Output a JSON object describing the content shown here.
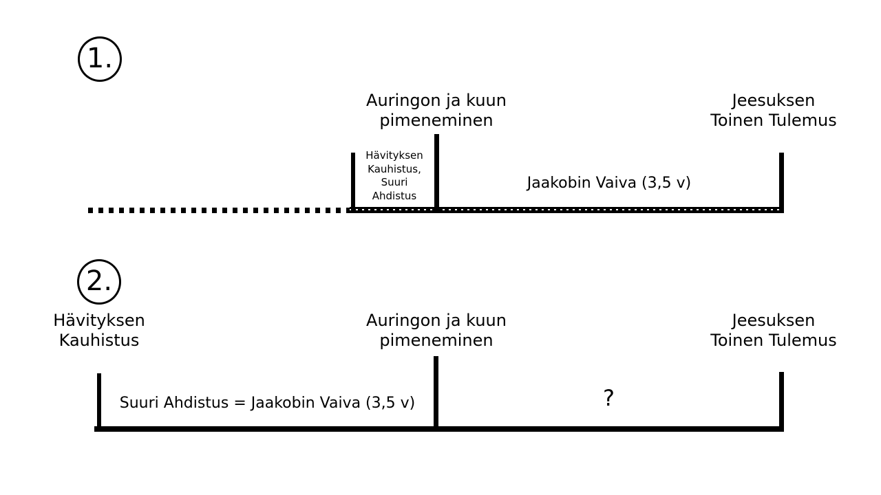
{
  "colors": {
    "ink": "#000000",
    "paper": "#ffffff"
  },
  "diagram1": {
    "badge": "1.",
    "top_labels": {
      "center": "Auringon ja kuun\npimeneminen",
      "right": "Jeesuksen\nToinen Tulemus"
    },
    "interval_box_label": "Hävityksen\nKauhistus,\nSuuri\nAhdistus",
    "interval_label": "Jaakobin Vaiva (3,5 v)"
  },
  "diagram2": {
    "badge": "2.",
    "top_labels": {
      "left": "Hävityksen\nKauhistus",
      "center": "Auringon ja kuun\npimeneminen",
      "right": "Jeesuksen\nToinen Tulemus"
    },
    "interval_labels": {
      "left": "Suuri Ahdistus = Jaakobin Vaiva (3,5 v)",
      "right": "?"
    }
  }
}
